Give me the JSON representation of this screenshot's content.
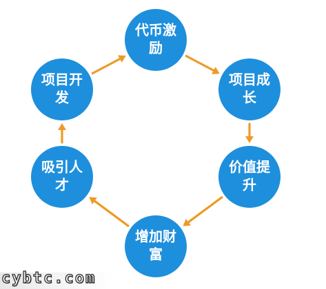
{
  "diagram": {
    "nodes": [
      {
        "id": "incentive",
        "lines": [
          "代币激",
          "励"
        ]
      },
      {
        "id": "growth",
        "lines": [
          "项目成",
          "长"
        ]
      },
      {
        "id": "value",
        "lines": [
          "价值提",
          "升"
        ]
      },
      {
        "id": "wealth",
        "lines": [
          "增加财",
          "富"
        ]
      },
      {
        "id": "talent",
        "lines": [
          "吸引人",
          "才"
        ]
      },
      {
        "id": "develop",
        "lines": [
          "项目开",
          "发"
        ]
      }
    ],
    "edges": [
      {
        "from": "incentive",
        "to": "growth"
      },
      {
        "from": "growth",
        "to": "value"
      },
      {
        "from": "value",
        "to": "wealth"
      },
      {
        "from": "wealth",
        "to": "talent"
      },
      {
        "from": "talent",
        "to": "develop"
      },
      {
        "from": "develop",
        "to": "incentive"
      }
    ],
    "colors": {
      "node_fill": "#1e8fdc",
      "node_text": "#ffffff",
      "arrow": "#ee9a26"
    }
  },
  "watermark": {
    "text": "cybtc.com"
  }
}
